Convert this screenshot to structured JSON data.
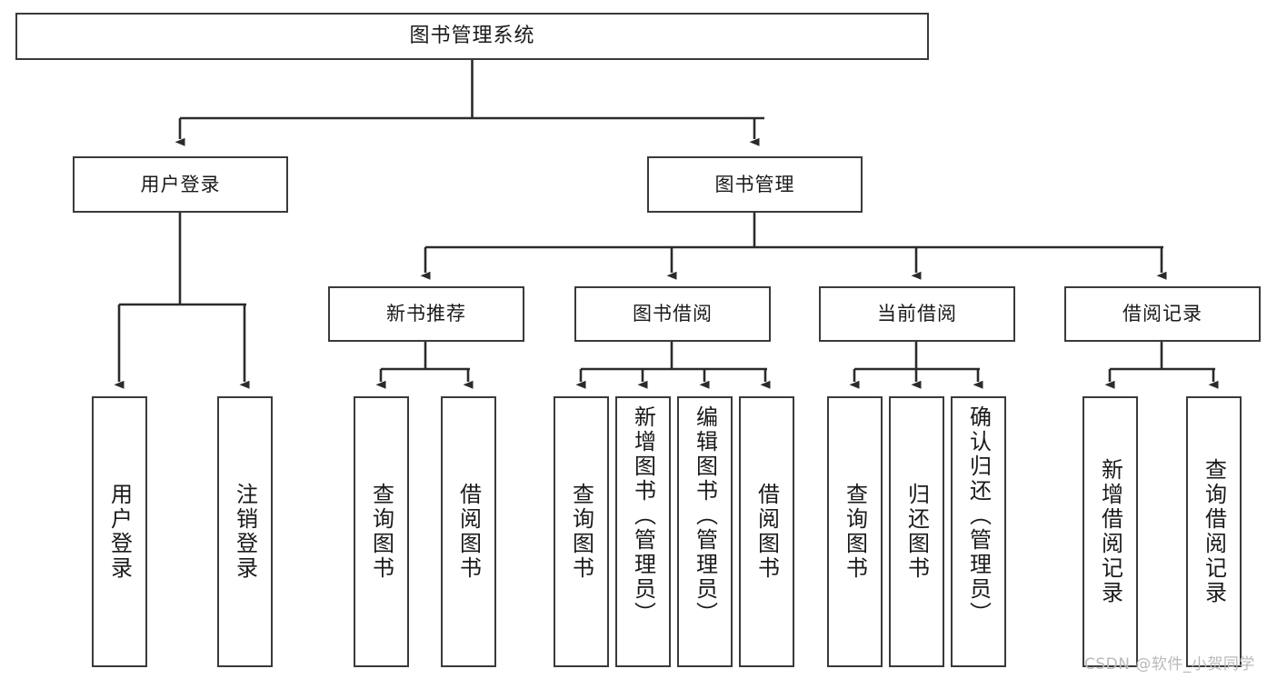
{
  "diagram": {
    "title": "图书管理系统",
    "type": "hierarchy-tree",
    "watermark": "CSDN @软件_小贺同学",
    "colors": {
      "node_border": "#3a3a3a",
      "node_fill": "#ffffff",
      "edge": "#2b2b2b",
      "text": "#1a1a1a",
      "watermark": "#b9b9b9",
      "background": "#ffffff"
    },
    "nodes": {
      "root": {
        "label": "图书管理系统"
      },
      "level1": [
        {
          "id": "user-login",
          "label": "用户登录"
        },
        {
          "id": "book-manage",
          "label": "图书管理"
        }
      ],
      "level2": [
        {
          "id": "new-book-recommend",
          "label": "新书推荐"
        },
        {
          "id": "book-borrow",
          "label": "图书借阅"
        },
        {
          "id": "current-borrow",
          "label": "当前借阅"
        },
        {
          "id": "borrow-record",
          "label": "借阅记录"
        }
      ],
      "leaves": {
        "user_login": [
          {
            "id": "leaf-user-login",
            "label": "用户登录"
          },
          {
            "id": "leaf-logout-login",
            "label": "注销登录"
          }
        ],
        "new_book_recommend": [
          {
            "id": "leaf-query-book-1",
            "label": "查询图书"
          },
          {
            "id": "leaf-borrow-book-1",
            "label": "借阅图书"
          }
        ],
        "book_borrow": [
          {
            "id": "leaf-query-book-2",
            "label": "查询图书"
          },
          {
            "id": "leaf-add-book-admin",
            "label": "新增图书（管理员）"
          },
          {
            "id": "leaf-edit-book-admin",
            "label": "编辑图书（管理员）"
          },
          {
            "id": "leaf-borrow-book-2",
            "label": "借阅图书"
          }
        ],
        "current_borrow": [
          {
            "id": "leaf-query-book-3",
            "label": "查询图书"
          },
          {
            "id": "leaf-return-book",
            "label": "归还图书"
          },
          {
            "id": "leaf-confirm-return-admin",
            "label": "确认归还（管理员）"
          }
        ],
        "borrow_record": [
          {
            "id": "leaf-add-borrow-record",
            "label": "新增借阅记录"
          },
          {
            "id": "leaf-query-borrow-record",
            "label": "查询借阅记录"
          }
        ]
      }
    }
  }
}
